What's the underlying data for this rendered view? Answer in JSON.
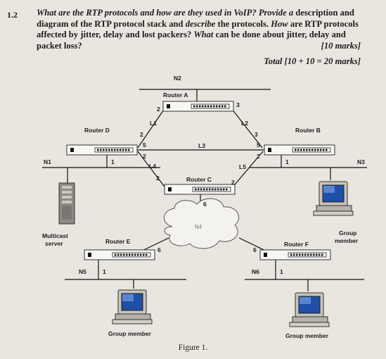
{
  "question": {
    "number": "1.2",
    "line1_a": "What are the RTP protocols and how are they used in VoIP?",
    "line1_b": "Provide a",
    "line2_a": "description and diagram of the RTP protocol stack and",
    "line2_b": "describe",
    "line2_c": "the",
    "line3_a": "protocols.",
    "line3_b": "How",
    "line3_c": "are RTP protocols affected by jitter, delay and lost",
    "line4_a": "packers?",
    "line4_b": "What",
    "line4_c": "can be done about jitter, delay and packet loss?",
    "marks": "[10 marks]",
    "total": "Total [10 + 10  = 20 marks]"
  },
  "figure": {
    "caption": "Figure 1.",
    "networks": {
      "n1": "N1",
      "n2": "N2",
      "n3": "N3",
      "n4": "N4",
      "n5": "N5",
      "n6": "N6"
    },
    "routers": {
      "a": "Router A",
      "b": "Router B",
      "c": "Router C",
      "d": "Router D",
      "e": "Router E",
      "f": "Router F"
    },
    "links": {
      "l1": "L1",
      "l2": "L2",
      "l3": "L3",
      "l4": "L4",
      "l5": "L5"
    },
    "hosts": {
      "server_line1": "Multicast",
      "server_line2": "server",
      "gm_right_line1": "Group",
      "gm_right_line2": "member",
      "gm_bottom_left": "Group member",
      "gm_bottom_right": "Group member"
    },
    "ports": {
      "a_left": "2",
      "a_right": "3",
      "d_upper": "2",
      "d_mid": "5",
      "d_lower": "2",
      "d_bottom": "1",
      "b_upper": "3",
      "b_mid": "5",
      "b_lower": "2",
      "b_bottom": "1",
      "c_left": "2",
      "c_right": "2",
      "c_bottom": "6",
      "e_right": "6",
      "e_bottom": "1",
      "f_left": "6",
      "f_bottom": "1"
    }
  }
}
